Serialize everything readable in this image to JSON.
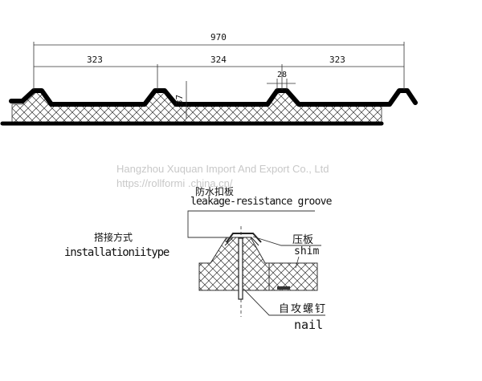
{
  "dimensions": {
    "total": "970",
    "span_left": "323",
    "span_middle": "324",
    "span_right": "323",
    "rib_top_width": "28",
    "rib_height": "37"
  },
  "watermark": {
    "company": "Hangzhou Xuquan Import And Export Co., Ltd",
    "url": "https://rollformi          .china.cn/"
  },
  "detail": {
    "title_cn": "搭接方式",
    "title_en": "installationiitype",
    "groove_cn": "防水扣板",
    "groove_en": "leakage-resistance groove",
    "shim_cn": "压板",
    "shim_en": "shim",
    "nail_cn": "自攻螺钉",
    "nail_en": "nail"
  },
  "colors": {
    "line": "#111111",
    "watermark": "#c8c8c8"
  }
}
